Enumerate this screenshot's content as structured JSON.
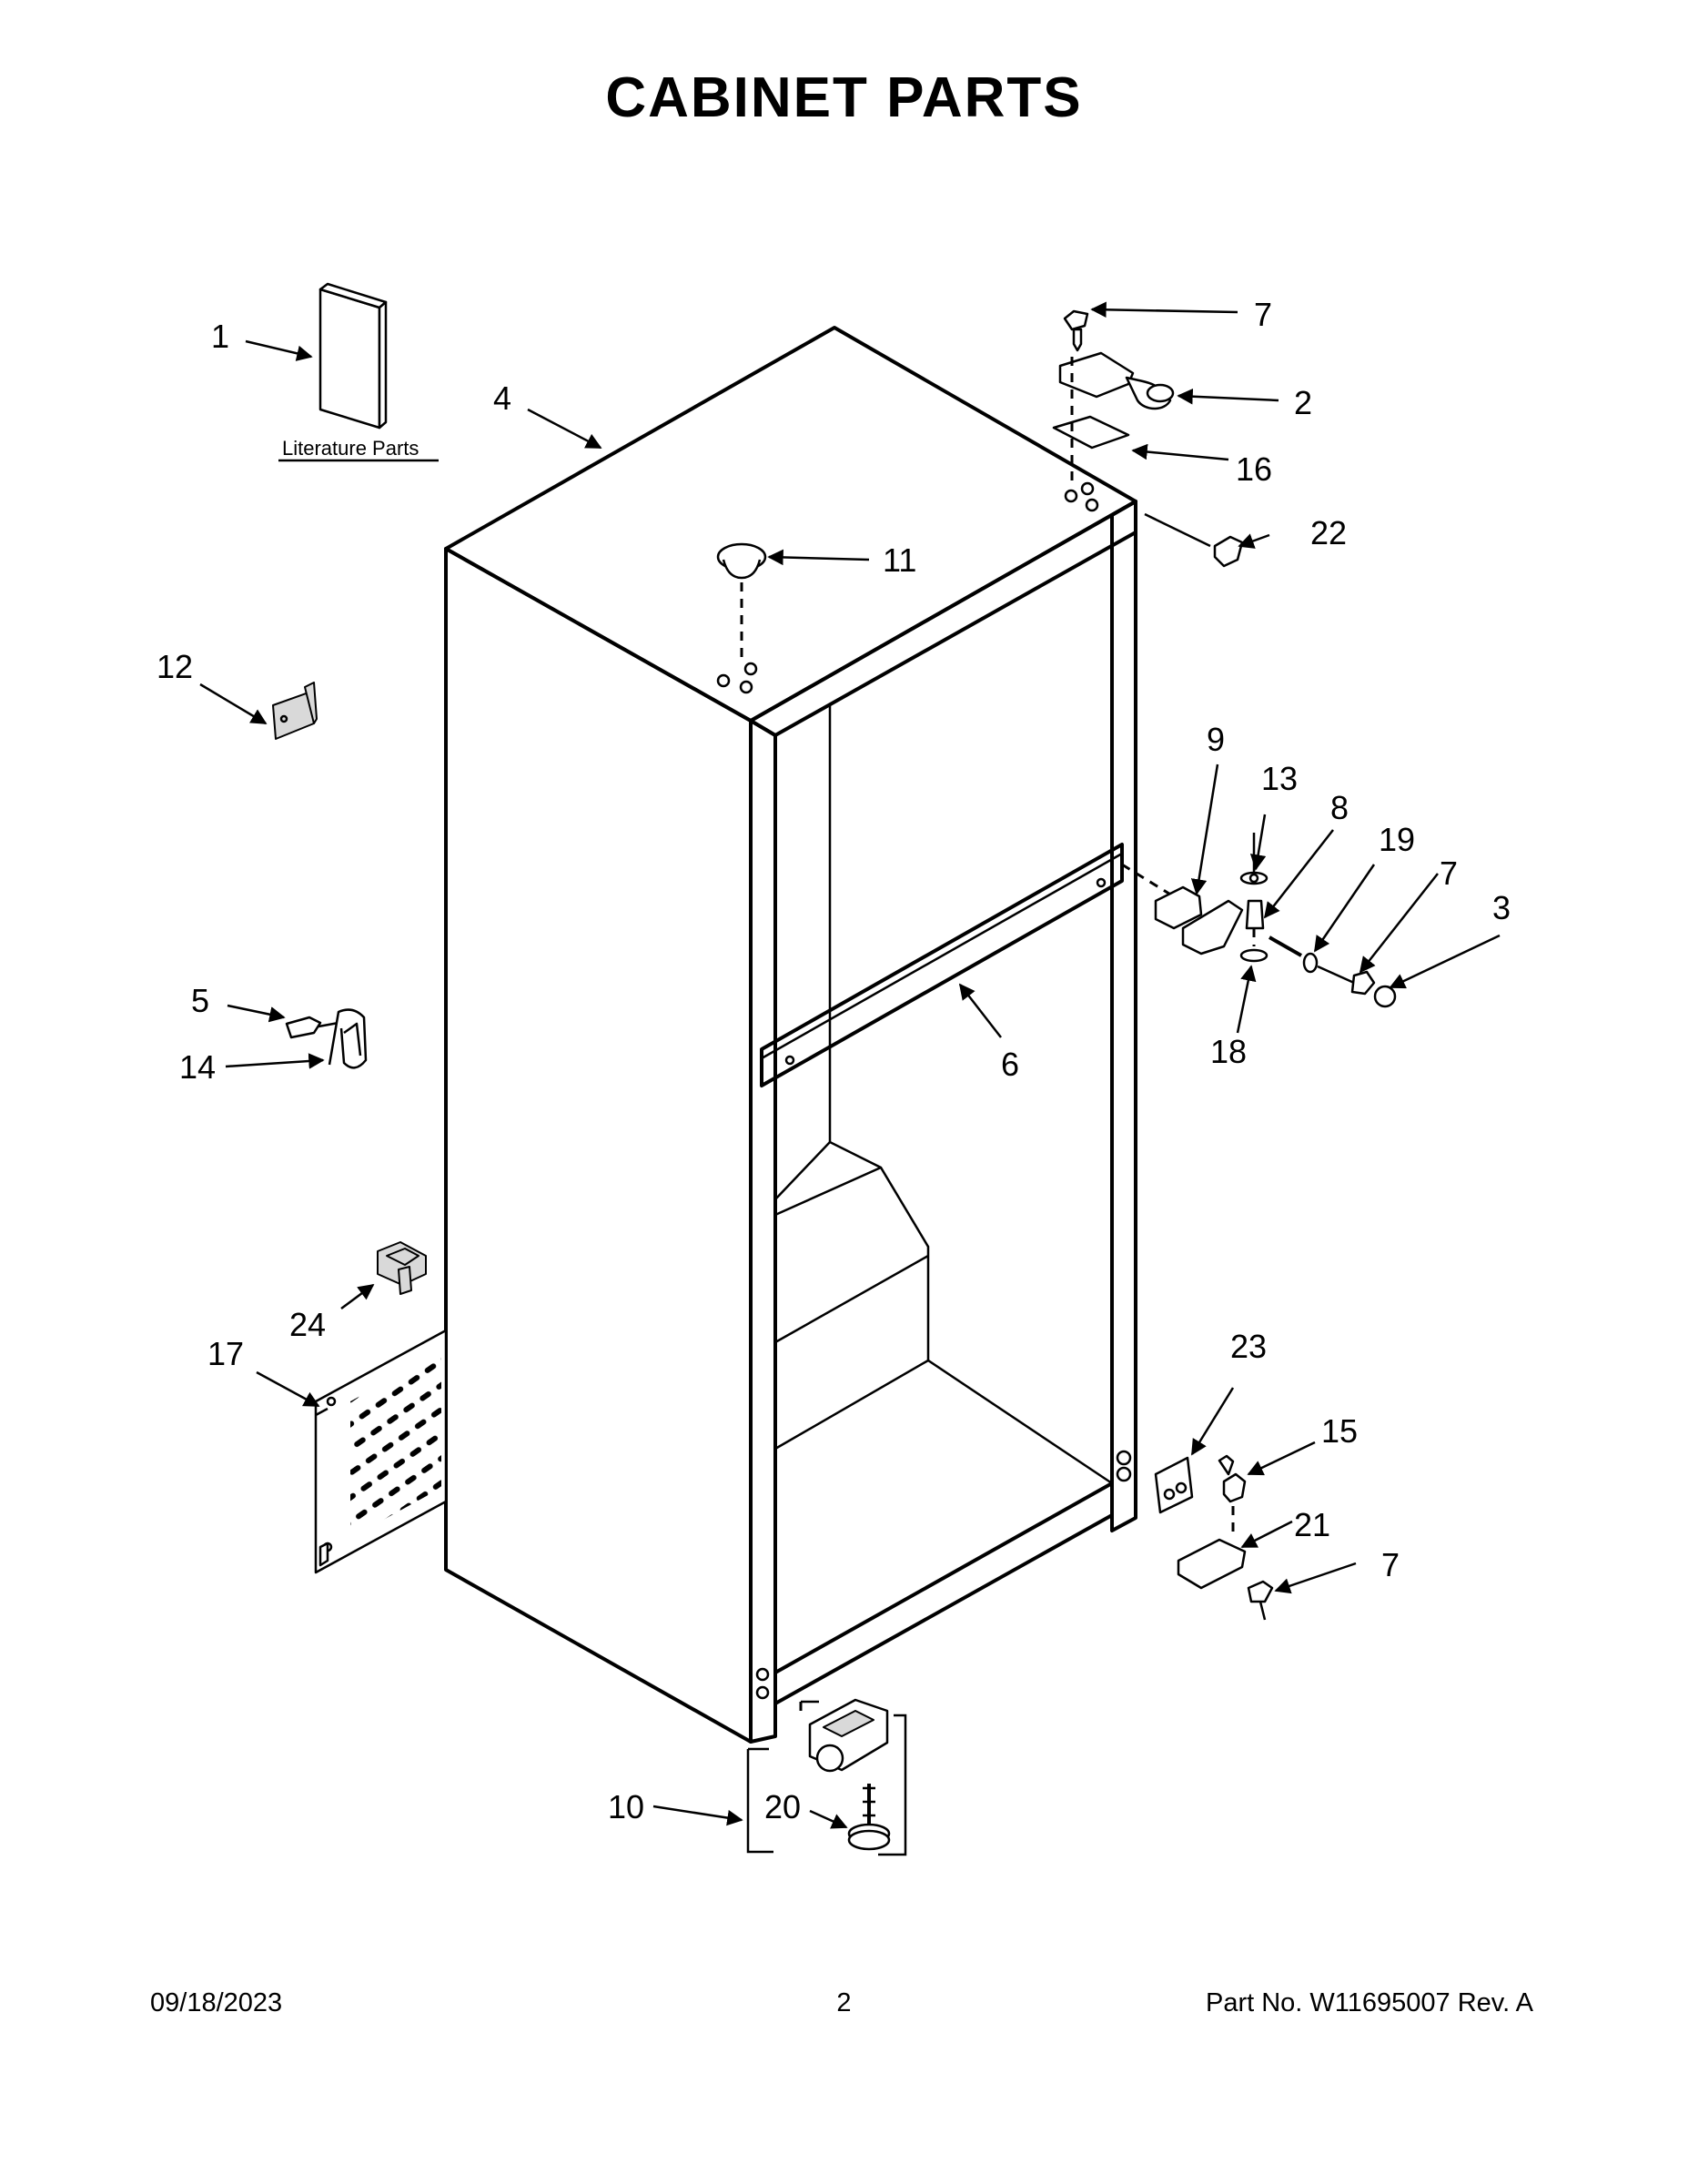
{
  "title": "CABINET PARTS",
  "literature_label": "Literature Parts",
  "callouts": {
    "c1": "1",
    "c2": "2",
    "c3": "3",
    "c4": "4",
    "c5": "5",
    "c6": "6",
    "c7a": "7",
    "c7b": "7",
    "c7c": "7",
    "c8": "8",
    "c9": "9",
    "c10": "10",
    "c11": "11",
    "c12": "12",
    "c13": "13",
    "c14": "14",
    "c15": "15",
    "c16": "16",
    "c17": "17",
    "c18": "18",
    "c19": "19",
    "c20": "20",
    "c21": "21",
    "c22": "22",
    "c23": "23",
    "c24": "24"
  },
  "footer": {
    "date": "09/18/2023",
    "page": "2",
    "part": "Part No.  W11695007  Rev.  A"
  }
}
